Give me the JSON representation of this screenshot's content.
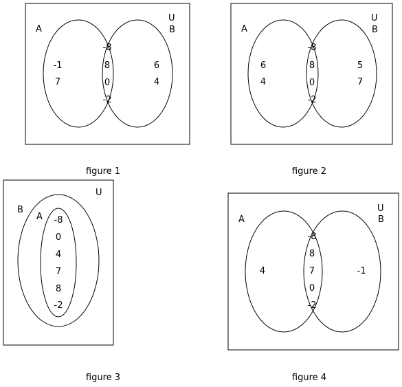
{
  "figures": [
    {
      "caption": "figure 1",
      "universe_label": "U",
      "set_a_label": "A",
      "set_b_label": "B",
      "only_a": [
        "-1",
        "7"
      ],
      "both": [
        "-8",
        "8",
        "0",
        "-2"
      ],
      "only_b": [
        "6",
        "4"
      ]
    },
    {
      "caption": "figure 2",
      "universe_label": "U",
      "set_a_label": "A",
      "set_b_label": "B",
      "only_a": [
        "6",
        "4"
      ],
      "both": [
        "-8",
        "8",
        "0",
        "-2"
      ],
      "only_b": [
        "5",
        "7"
      ]
    },
    {
      "caption": "figure 3",
      "universe_label": "U",
      "outer_set_label": "B",
      "inner_set_label": "A",
      "inner_elements": [
        "-8",
        "0",
        "4",
        "7",
        "8",
        "-2"
      ]
    },
    {
      "caption": "figure 4",
      "universe_label": "U",
      "set_a_label": "A",
      "set_b_label": "B",
      "only_a": [
        "4"
      ],
      "both": [
        "-8",
        "8",
        "7",
        "0",
        "-2"
      ],
      "only_b": [
        "-1"
      ]
    }
  ]
}
